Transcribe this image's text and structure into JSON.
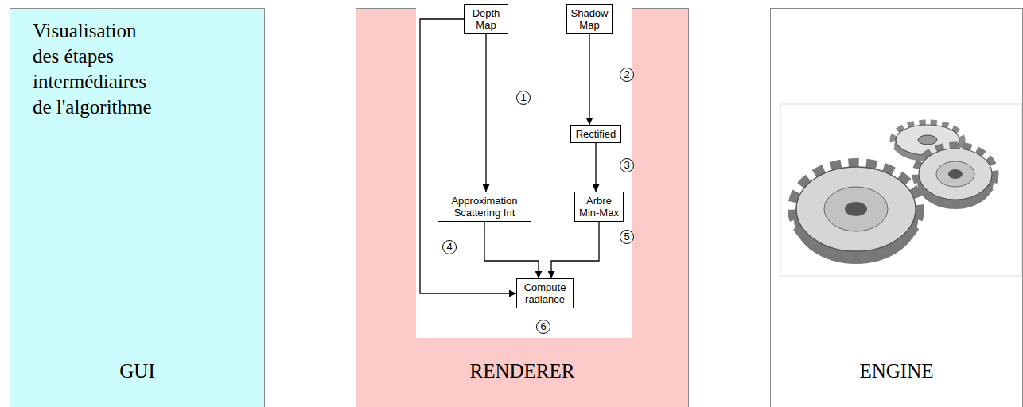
{
  "diagram": {
    "nodes": [
      {
        "text": [
          "Visualisation des étapes intermédiaires de l'algorithme",
          "GUI"
        ]
      },
      {
        "text": [
          "RENDERER"
        ]
      },
      {
        "text": [
          "Depth Map"
        ],
        "in": 1
      },
      {
        "text": [
          "Shadow Map"
        ],
        "in": 1
      },
      {
        "text": [
          "Rectified"
        ],
        "in": 1
      },
      {
        "text": [
          "Approximation Scattering Int"
        ],
        "in": 1
      },
      {
        "text": [
          "Arbre Min-Max"
        ],
        "in": 1
      },
      {
        "text": [
          "Compute radiance"
        ],
        "in": 1
      },
      {
        "text": [
          "ENGINE"
        ]
      }
    ],
    "edges": [
      {
        "from": 2,
        "to": 5,
        "arrow": "to"
      },
      {
        "from": 3,
        "to": 4,
        "arrow": "to"
      },
      {
        "from": 4,
        "to": 6,
        "arrow": "to"
      },
      {
        "from": 5,
        "to": 7,
        "arrow": "to"
      },
      {
        "from": 6,
        "to": 7,
        "arrow": "to"
      },
      {
        "from": 2,
        "to": 7,
        "arrow": "to"
      }
    ],
    "labels": [
      "1",
      "2",
      "3",
      "4",
      "5",
      "6"
    ]
  }
}
